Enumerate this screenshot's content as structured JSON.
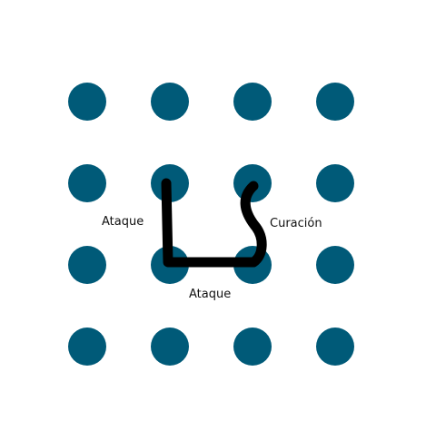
{
  "dot_grid": {
    "rows": 4,
    "cols": 4,
    "dot_color": "#005a78"
  },
  "stroke_color": "#000000",
  "text_color": "#111111",
  "labels": {
    "left_segment": "Ataque",
    "bottom_segment": "Ataque",
    "right_curve": "Curación"
  }
}
